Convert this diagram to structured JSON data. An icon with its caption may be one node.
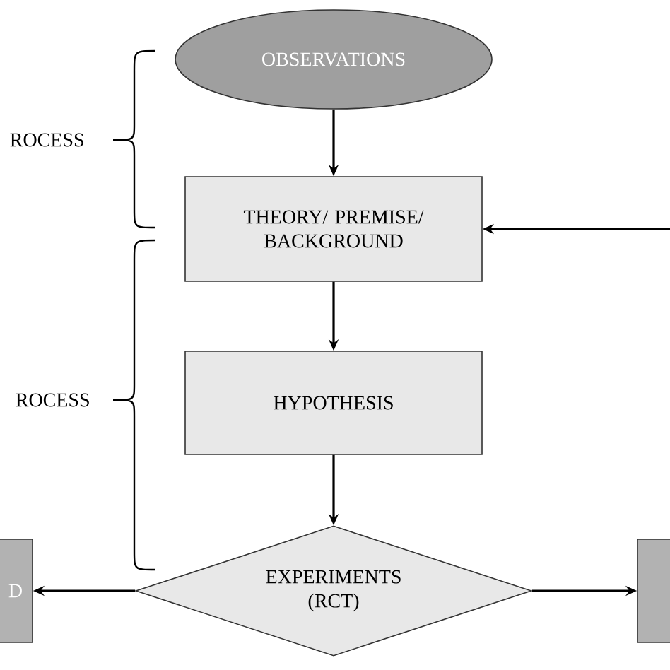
{
  "diagram": {
    "nodes": [
      {
        "text": [
          "OBSERVATIONS"
        ]
      },
      {
        "text": [
          "THEORY/ PREMISE/ BACKGROUND"
        ]
      },
      {
        "text": [
          "HYPOTHESIS"
        ]
      },
      {
        "text": [
          "EXPERIMENTS (RCT)"
        ]
      },
      {
        "text": [
          "D"
        ]
      },
      {
        "text": [],
        "shape": "box"
      }
    ],
    "edges": [
      {
        "from": 0,
        "to": 1,
        "arrow": "to"
      },
      {
        "from": 1,
        "to": 2,
        "arrow": "to"
      },
      {
        "from": 2,
        "to": 3,
        "arrow": "to"
      },
      {
        "from": 3,
        "to": 4,
        "arrow": "to"
      },
      {
        "from": 3,
        "to": 5,
        "arrow": "to"
      },
      {
        "from": null,
        "to": 1,
        "arrow": "to"
      }
    ],
    "labels": [
      "ROCESS",
      "ROCESS"
    ]
  }
}
